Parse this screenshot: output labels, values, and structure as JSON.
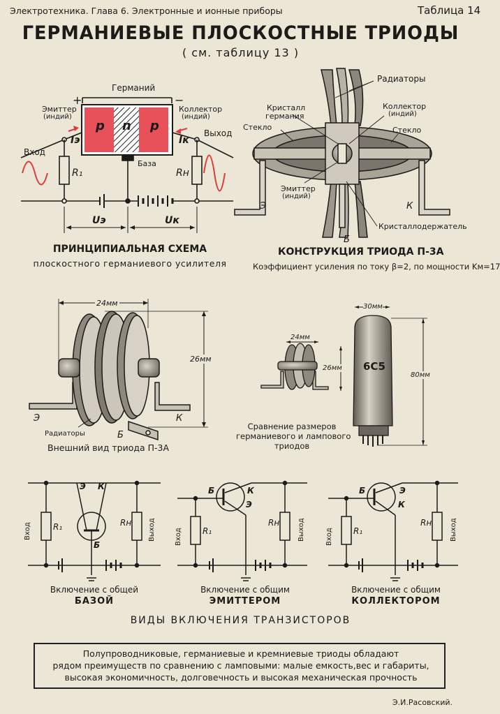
{
  "header": {
    "course": "Электротехника. Глава 6. Электронные и ионные приборы",
    "table_label": "Таблица 14"
  },
  "title": "ГЕРМАНИЕВЫЕ ПЛОСКОСТНЫЕ ТРИОДЫ",
  "subtitle": "( см. таблицу 13 )",
  "schema": {
    "germanium": "Германий",
    "emitter": "Эмиттер",
    "emitter_sub": "(индий)",
    "collector": "Коллектор",
    "collector_sub": "(индий)",
    "input": "Вход",
    "output": "Выход",
    "base": "База",
    "region_p1": "p",
    "region_n": "n",
    "region_p2": "p",
    "i_e": "Iэ",
    "i_k": "Iк",
    "r1": "R₁",
    "rn": "Rн",
    "u_e": "Uэ",
    "u_k": "Uк",
    "plus": "+",
    "minus": "−",
    "caption1": "ПРИНЦИПИАЛЬНАЯ СХЕМА",
    "caption2": "плоскостного германиевого усилителя",
    "colors": {
      "p_region": "#e8505a",
      "wave": "#e03a3a"
    }
  },
  "construction": {
    "radiators": "Радиаторы",
    "crystal": "Кристалл",
    "germanium": "германия",
    "collector": "Коллектор",
    "collector_sub": "(индий)",
    "glass_left": "Стекло",
    "glass_right": "Стекло",
    "emitter": "Эмиттер",
    "emitter_sub": "(индий)",
    "holder": "Кристаллодержатель",
    "e_label": "Э",
    "k_label": "К",
    "b_label": "Б",
    "caption": "КОНСТРУКЦИЯ ТРИОДА П-3А",
    "gain": "Коэффициент усиления по току β=2, по мощности Kм=17"
  },
  "exterior": {
    "dim_width": "24мм",
    "dim_height": "26мм",
    "e_label": "Э",
    "k_label": "К",
    "b_label": "Б",
    "radiators": "Радиаторы",
    "caption": "Внешний вид триода П-3А"
  },
  "compare": {
    "dim_w_small": "24мм",
    "dim_h_small": "26мм",
    "dim_w_tube": "30мм",
    "dim_h_tube": "80мм",
    "tube_label": "6С5",
    "caption1": "Сравнение размеров",
    "caption2": "германиевого и лампового",
    "caption3": "триодов"
  },
  "circuits": [
    {
      "caption1": "Включение с общей",
      "caption2": "БАЗОЙ",
      "in": "Вход",
      "out": "Выход",
      "r1": "R₁",
      "rn": "Rн",
      "t1": "Э",
      "t2": "К",
      "t3": "Б"
    },
    {
      "caption1": "Включение с общим",
      "caption2": "ЭМИТТЕРОМ",
      "in": "Вход",
      "out": "Выход",
      "r1": "R₁",
      "rn": "Rн",
      "t1": "Б",
      "t2": "К",
      "t3": "Э"
    },
    {
      "caption1": "Включение с общим",
      "caption2": "КОЛЛЕКТОРОМ",
      "in": "Вход",
      "out": "Выход",
      "r1": "R₁",
      "rn": "Rн",
      "t1": "Б",
      "t2": "Э",
      "t3": "К"
    }
  ],
  "circuits_title": "ВИДЫ ВКЛЮЧЕНИЯ ТРАНЗИСТОРОВ",
  "note": {
    "line1": "Полупроводниковые, германиевые и кремниевые триоды обладают",
    "line2": "рядом преимуществ по сравнению с ламповыми: малые емкость,вес и габариты,",
    "line3": "высокая экономичность, долговечность и высокая  механическая прочность"
  },
  "author": "Э.И.Расовский."
}
